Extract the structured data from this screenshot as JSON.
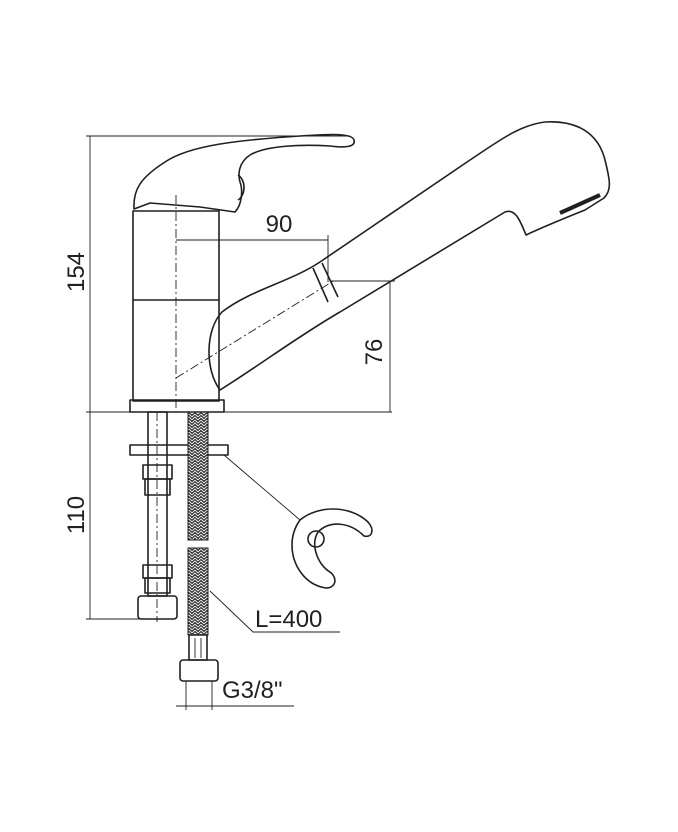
{
  "dimensions": {
    "total_height": "154",
    "spout_reach": "90",
    "spout_height": "76",
    "below_deck": "110",
    "hose_length": "L=400",
    "connection": "G3/8\""
  },
  "colors": {
    "line": "#231f20",
    "background": "#ffffff"
  }
}
